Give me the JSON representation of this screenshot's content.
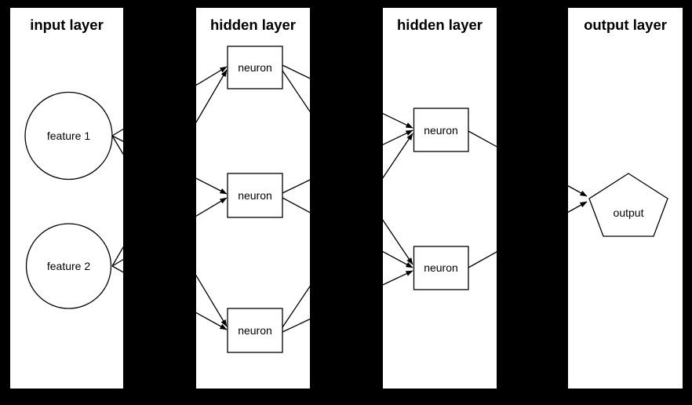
{
  "diagram": {
    "type": "neural-network-architecture",
    "background_color": "#000000",
    "panel_color": "#ffffff",
    "line_color": "#000000",
    "text_color": "#000000",
    "layers": [
      {
        "id": "input",
        "title": "input layer",
        "nodes": [
          {
            "label": "feature 1",
            "shape": "ellipse"
          },
          {
            "label": "feature 2",
            "shape": "ellipse"
          }
        ]
      },
      {
        "id": "hidden1",
        "title": "hidden layer",
        "nodes": [
          {
            "label": "neuron",
            "shape": "box"
          },
          {
            "label": "neuron",
            "shape": "box"
          },
          {
            "label": "neuron",
            "shape": "box"
          }
        ]
      },
      {
        "id": "hidden2",
        "title": "hidden layer",
        "nodes": [
          {
            "label": "neuron",
            "shape": "box"
          },
          {
            "label": "neuron",
            "shape": "box"
          }
        ]
      },
      {
        "id": "output",
        "title": "output layer",
        "nodes": [
          {
            "label": "output",
            "shape": "pentagon"
          }
        ]
      }
    ],
    "edges": [
      {
        "from": "input.feature 1",
        "to": "hidden1.neuron 1"
      },
      {
        "from": "input.feature 1",
        "to": "hidden1.neuron 2"
      },
      {
        "from": "input.feature 1",
        "to": "hidden1.neuron 3"
      },
      {
        "from": "input.feature 2",
        "to": "hidden1.neuron 1"
      },
      {
        "from": "input.feature 2",
        "to": "hidden1.neuron 2"
      },
      {
        "from": "input.feature 2",
        "to": "hidden1.neuron 3"
      },
      {
        "from": "hidden1.neuron 1",
        "to": "hidden2.neuron 1"
      },
      {
        "from": "hidden1.neuron 1",
        "to": "hidden2.neuron 2"
      },
      {
        "from": "hidden1.neuron 2",
        "to": "hidden2.neuron 1"
      },
      {
        "from": "hidden1.neuron 2",
        "to": "hidden2.neuron 2"
      },
      {
        "from": "hidden1.neuron 3",
        "to": "hidden2.neuron 1"
      },
      {
        "from": "hidden1.neuron 3",
        "to": "hidden2.neuron 2"
      },
      {
        "from": "hidden2.neuron 1",
        "to": "output.output"
      },
      {
        "from": "hidden2.neuron 2",
        "to": "output.output"
      }
    ]
  }
}
